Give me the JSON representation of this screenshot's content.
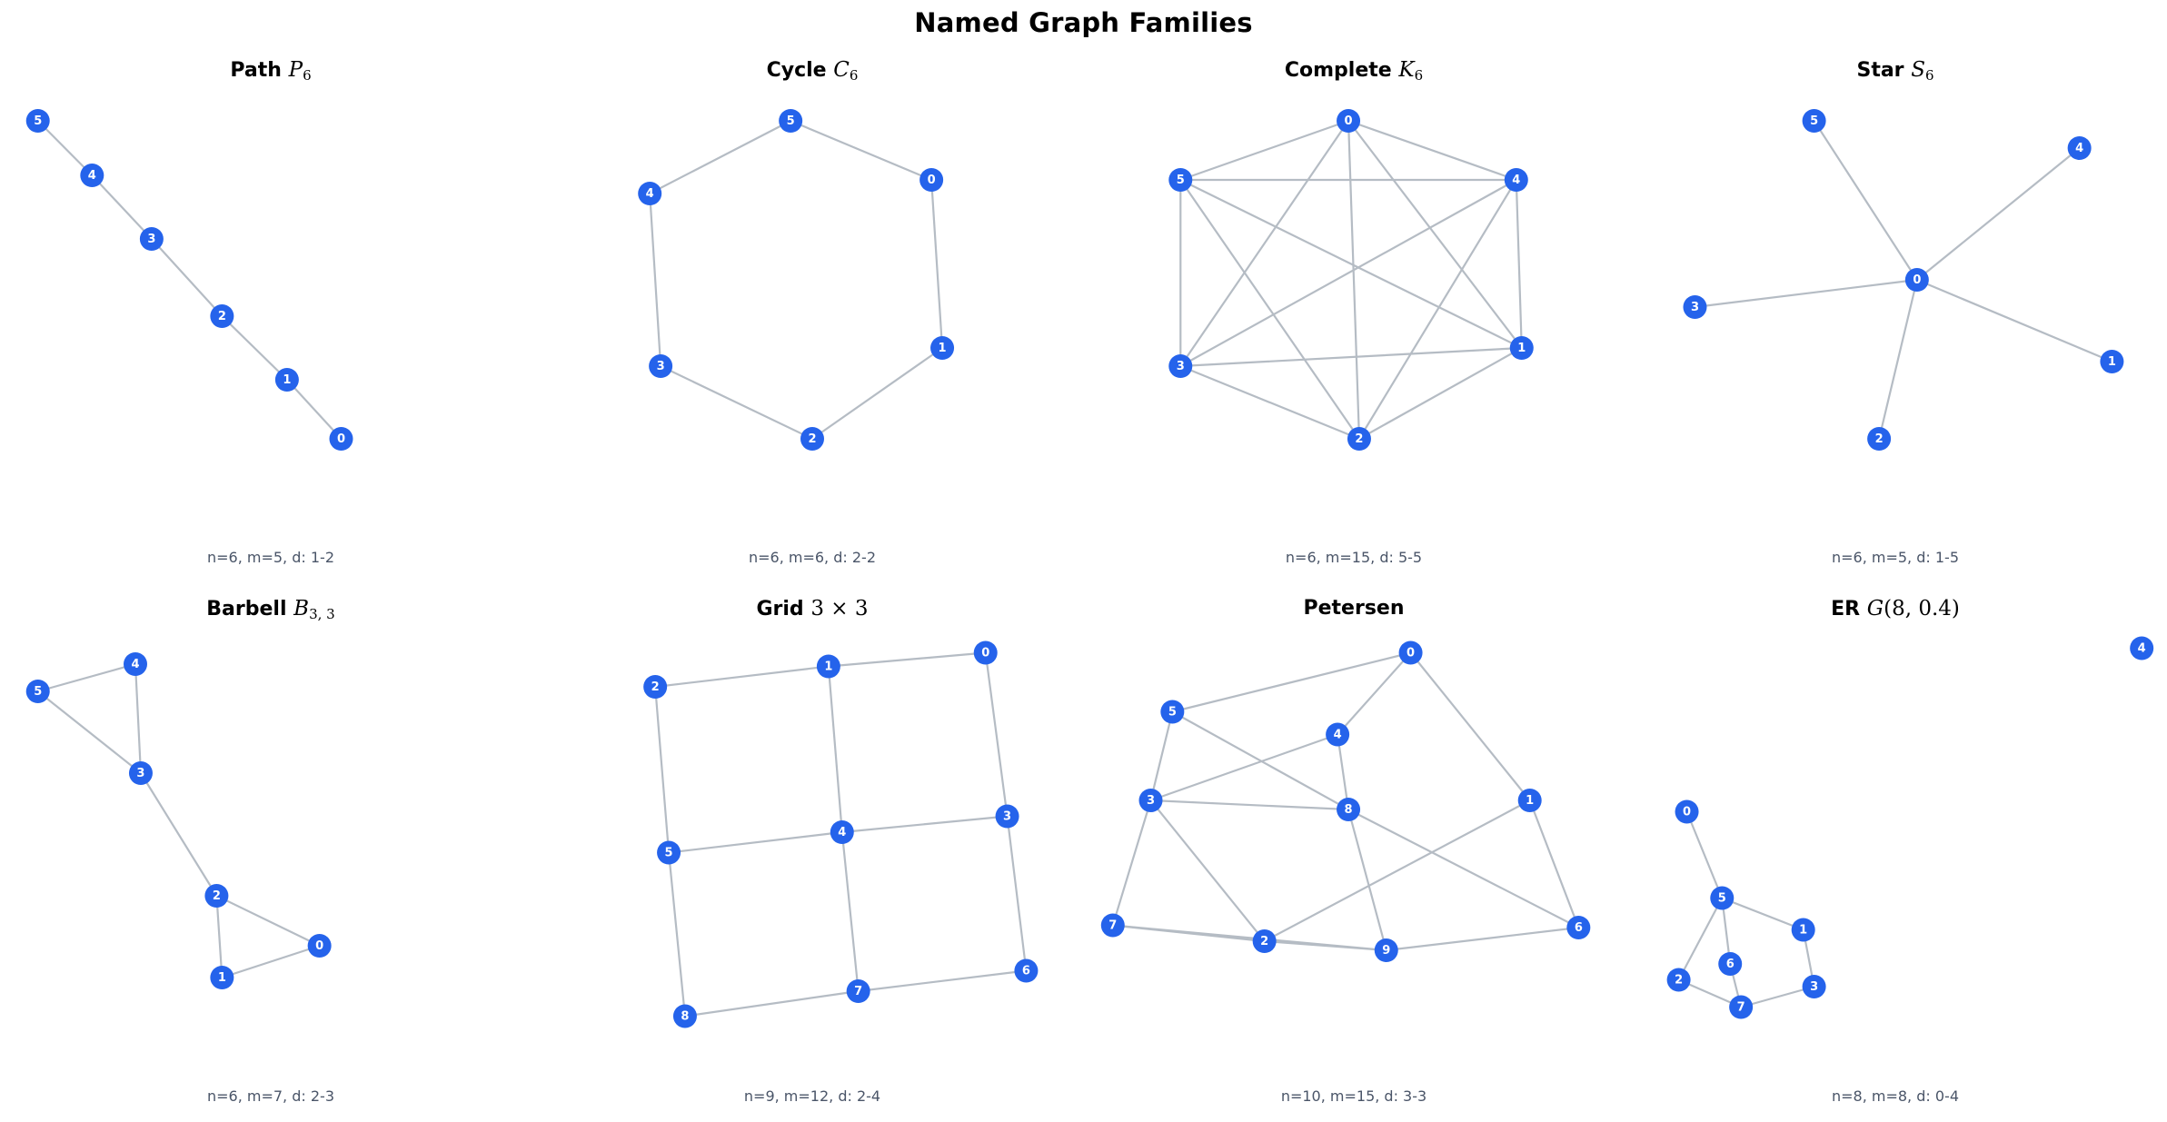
{
  "figure": {
    "title": "Named Graph Families",
    "node_color": "#2563eb",
    "edge_color": "#b5bcc4",
    "node_label_color": "#ffffff",
    "caption_color": "#4a5568",
    "background": "#ffffff"
  },
  "chart_data": {
    "type": "diagram",
    "title": "Named Graph Families",
    "layout": {
      "rows": 2,
      "cols": 4
    },
    "panels": [
      {
        "id": "path",
        "title_main": "Path",
        "title_sym": "P",
        "title_sub": "6",
        "caption": "n=6, m=5, d: 1-2",
        "n": 6,
        "m": 5,
        "degree_min": 1,
        "degree_max": 2,
        "nodes": [
          {
            "id": "5",
            "x": 0.07,
            "y": 0.09
          },
          {
            "id": "4",
            "x": 0.17,
            "y": 0.21
          },
          {
            "id": "3",
            "x": 0.28,
            "y": 0.35
          },
          {
            "id": "2",
            "x": 0.41,
            "y": 0.52
          },
          {
            "id": "1",
            "x": 0.53,
            "y": 0.66
          },
          {
            "id": "0",
            "x": 0.63,
            "y": 0.79
          }
        ],
        "edges": [
          [
            "5",
            "4"
          ],
          [
            "4",
            "3"
          ],
          [
            "3",
            "2"
          ],
          [
            "2",
            "1"
          ],
          [
            "1",
            "0"
          ]
        ]
      },
      {
        "id": "cycle",
        "title_main": "Cycle",
        "title_sym": "C",
        "title_sub": "6",
        "caption": "n=6, m=6, d: 2-2",
        "n": 6,
        "m": 6,
        "degree_min": 2,
        "degree_max": 2,
        "nodes": [
          {
            "id": "5",
            "x": 0.46,
            "y": 0.09
          },
          {
            "id": "0",
            "x": 0.72,
            "y": 0.22
          },
          {
            "id": "1",
            "x": 0.74,
            "y": 0.59
          },
          {
            "id": "2",
            "x": 0.5,
            "y": 0.79
          },
          {
            "id": "3",
            "x": 0.22,
            "y": 0.63
          },
          {
            "id": "4",
            "x": 0.2,
            "y": 0.25
          }
        ],
        "edges": [
          [
            "5",
            "0"
          ],
          [
            "0",
            "1"
          ],
          [
            "1",
            "2"
          ],
          [
            "2",
            "3"
          ],
          [
            "3",
            "4"
          ],
          [
            "4",
            "5"
          ]
        ]
      },
      {
        "id": "complete",
        "title_main": "Complete",
        "title_sym": "K",
        "title_sub": "6",
        "caption": "n=6, m=15, d: 5-5",
        "n": 6,
        "m": 15,
        "degree_min": 5,
        "degree_max": 5,
        "nodes": [
          {
            "id": "0",
            "x": 0.49,
            "y": 0.09
          },
          {
            "id": "4",
            "x": 0.8,
            "y": 0.22
          },
          {
            "id": "1",
            "x": 0.81,
            "y": 0.59
          },
          {
            "id": "2",
            "x": 0.51,
            "y": 0.79
          },
          {
            "id": "3",
            "x": 0.18,
            "y": 0.63
          },
          {
            "id": "5",
            "x": 0.18,
            "y": 0.22
          }
        ],
        "edges": [
          [
            "0",
            "1"
          ],
          [
            "0",
            "2"
          ],
          [
            "0",
            "3"
          ],
          [
            "0",
            "4"
          ],
          [
            "0",
            "5"
          ],
          [
            "1",
            "2"
          ],
          [
            "1",
            "3"
          ],
          [
            "1",
            "4"
          ],
          [
            "1",
            "5"
          ],
          [
            "2",
            "3"
          ],
          [
            "2",
            "4"
          ],
          [
            "2",
            "5"
          ],
          [
            "3",
            "4"
          ],
          [
            "3",
            "5"
          ],
          [
            "4",
            "5"
          ]
        ]
      },
      {
        "id": "star",
        "title_main": "Star",
        "title_sym": "S",
        "title_sub": "6",
        "caption": "n=6, m=5, d: 1-5",
        "n": 6,
        "m": 5,
        "degree_min": 1,
        "degree_max": 5,
        "nodes": [
          {
            "id": "5",
            "x": 0.35,
            "y": 0.09
          },
          {
            "id": "4",
            "x": 0.84,
            "y": 0.15
          },
          {
            "id": "0",
            "x": 0.54,
            "y": 0.44
          },
          {
            "id": "3",
            "x": 0.13,
            "y": 0.5
          },
          {
            "id": "1",
            "x": 0.9,
            "y": 0.62
          },
          {
            "id": "2",
            "x": 0.47,
            "y": 0.79
          }
        ],
        "edges": [
          [
            "0",
            "1"
          ],
          [
            "0",
            "2"
          ],
          [
            "0",
            "3"
          ],
          [
            "0",
            "4"
          ],
          [
            "0",
            "5"
          ]
        ]
      },
      {
        "id": "barbell",
        "title_main": "Barbell",
        "title_sym": "B",
        "title_sub": "3, 3",
        "caption": "n=6, m=7, d: 2-3",
        "n": 6,
        "m": 7,
        "degree_min": 2,
        "degree_max": 3,
        "nodes": [
          {
            "id": "4",
            "x": 0.25,
            "y": 0.1
          },
          {
            "id": "5",
            "x": 0.07,
            "y": 0.16
          },
          {
            "id": "3",
            "x": 0.26,
            "y": 0.34
          },
          {
            "id": "2",
            "x": 0.4,
            "y": 0.61
          },
          {
            "id": "0",
            "x": 0.59,
            "y": 0.72
          },
          {
            "id": "1",
            "x": 0.41,
            "y": 0.79
          }
        ],
        "edges": [
          [
            "5",
            "4"
          ],
          [
            "5",
            "3"
          ],
          [
            "4",
            "3"
          ],
          [
            "3",
            "2"
          ],
          [
            "2",
            "0"
          ],
          [
            "2",
            "1"
          ],
          [
            "1",
            "0"
          ]
        ]
      },
      {
        "id": "grid",
        "title_main": "Grid",
        "title_sym": "",
        "title_sub": "",
        "title_extra": "3 × 3",
        "caption": "n=9, m=12, d: 2-4",
        "n": 9,
        "m": 12,
        "degree_min": 2,
        "degree_max": 4,
        "nodes": [
          {
            "id": "0",
            "x": 0.82,
            "y": 0.075
          },
          {
            "id": "1",
            "x": 0.53,
            "y": 0.105
          },
          {
            "id": "2",
            "x": 0.21,
            "y": 0.15
          },
          {
            "id": "3",
            "x": 0.86,
            "y": 0.435
          },
          {
            "id": "4",
            "x": 0.555,
            "y": 0.47
          },
          {
            "id": "5",
            "x": 0.235,
            "y": 0.515
          },
          {
            "id": "6",
            "x": 0.895,
            "y": 0.775
          },
          {
            "id": "7",
            "x": 0.585,
            "y": 0.82
          },
          {
            "id": "8",
            "x": 0.265,
            "y": 0.875
          }
        ],
        "edges": [
          [
            "0",
            "1"
          ],
          [
            "1",
            "2"
          ],
          [
            "3",
            "4"
          ],
          [
            "4",
            "5"
          ],
          [
            "6",
            "7"
          ],
          [
            "7",
            "8"
          ],
          [
            "0",
            "3"
          ],
          [
            "3",
            "6"
          ],
          [
            "1",
            "4"
          ],
          [
            "4",
            "7"
          ],
          [
            "2",
            "5"
          ],
          [
            "5",
            "8"
          ]
        ]
      },
      {
        "id": "petersen",
        "title_main": "Petersen",
        "title_sym": "",
        "title_sub": "",
        "caption": "n=10, m=15, d: 3-3",
        "n": 10,
        "m": 15,
        "degree_min": 3,
        "degree_max": 3,
        "nodes": [
          {
            "id": "0",
            "x": 0.605,
            "y": 0.075
          },
          {
            "id": "5",
            "x": 0.165,
            "y": 0.205
          },
          {
            "id": "4",
            "x": 0.47,
            "y": 0.255
          },
          {
            "id": "1",
            "x": 0.825,
            "y": 0.4
          },
          {
            "id": "3",
            "x": 0.125,
            "y": 0.4
          },
          {
            "id": "8",
            "x": 0.49,
            "y": 0.42
          },
          {
            "id": "7",
            "x": 0.055,
            "y": 0.675
          },
          {
            "id": "6",
            "x": 0.915,
            "y": 0.68
          },
          {
            "id": "2",
            "x": 0.335,
            "y": 0.71
          },
          {
            "id": "9",
            "x": 0.56,
            "y": 0.73
          }
        ],
        "edges": [
          [
            "0",
            "5"
          ],
          [
            "0",
            "4"
          ],
          [
            "0",
            "1"
          ],
          [
            "5",
            "3"
          ],
          [
            "5",
            "8"
          ],
          [
            "4",
            "3"
          ],
          [
            "4",
            "8"
          ],
          [
            "3",
            "8"
          ],
          [
            "3",
            "7"
          ],
          [
            "3",
            "2"
          ],
          [
            "7",
            "2"
          ],
          [
            "7",
            "9"
          ],
          [
            "8",
            "9"
          ],
          [
            "8",
            "6"
          ],
          [
            "1",
            "2"
          ],
          [
            "1",
            "6"
          ],
          [
            "2",
            "9"
          ],
          [
            "9",
            "6"
          ]
        ]
      },
      {
        "id": "er",
        "title_main": "ER",
        "title_sym": "G",
        "title_sub": "",
        "title_extra": "(8, 0.4)",
        "caption": "n=8, m=8, d: 0-4",
        "n": 8,
        "m": 8,
        "degree_min": 0,
        "degree_max": 4,
        "nodes": [
          {
            "id": "4",
            "x": 0.955,
            "y": 0.065
          },
          {
            "id": "0",
            "x": 0.115,
            "y": 0.425
          },
          {
            "id": "5",
            "x": 0.18,
            "y": 0.615
          },
          {
            "id": "1",
            "x": 0.33,
            "y": 0.685
          },
          {
            "id": "6",
            "x": 0.195,
            "y": 0.76
          },
          {
            "id": "2",
            "x": 0.1,
            "y": 0.795
          },
          {
            "id": "3",
            "x": 0.35,
            "y": 0.81
          },
          {
            "id": "7",
            "x": 0.215,
            "y": 0.855
          }
        ],
        "edges": [
          [
            "0",
            "5"
          ],
          [
            "5",
            "1"
          ],
          [
            "5",
            "2"
          ],
          [
            "5",
            "6"
          ],
          [
            "1",
            "3"
          ],
          [
            "2",
            "7"
          ],
          [
            "6",
            "7"
          ],
          [
            "7",
            "3"
          ]
        ]
      }
    ]
  }
}
